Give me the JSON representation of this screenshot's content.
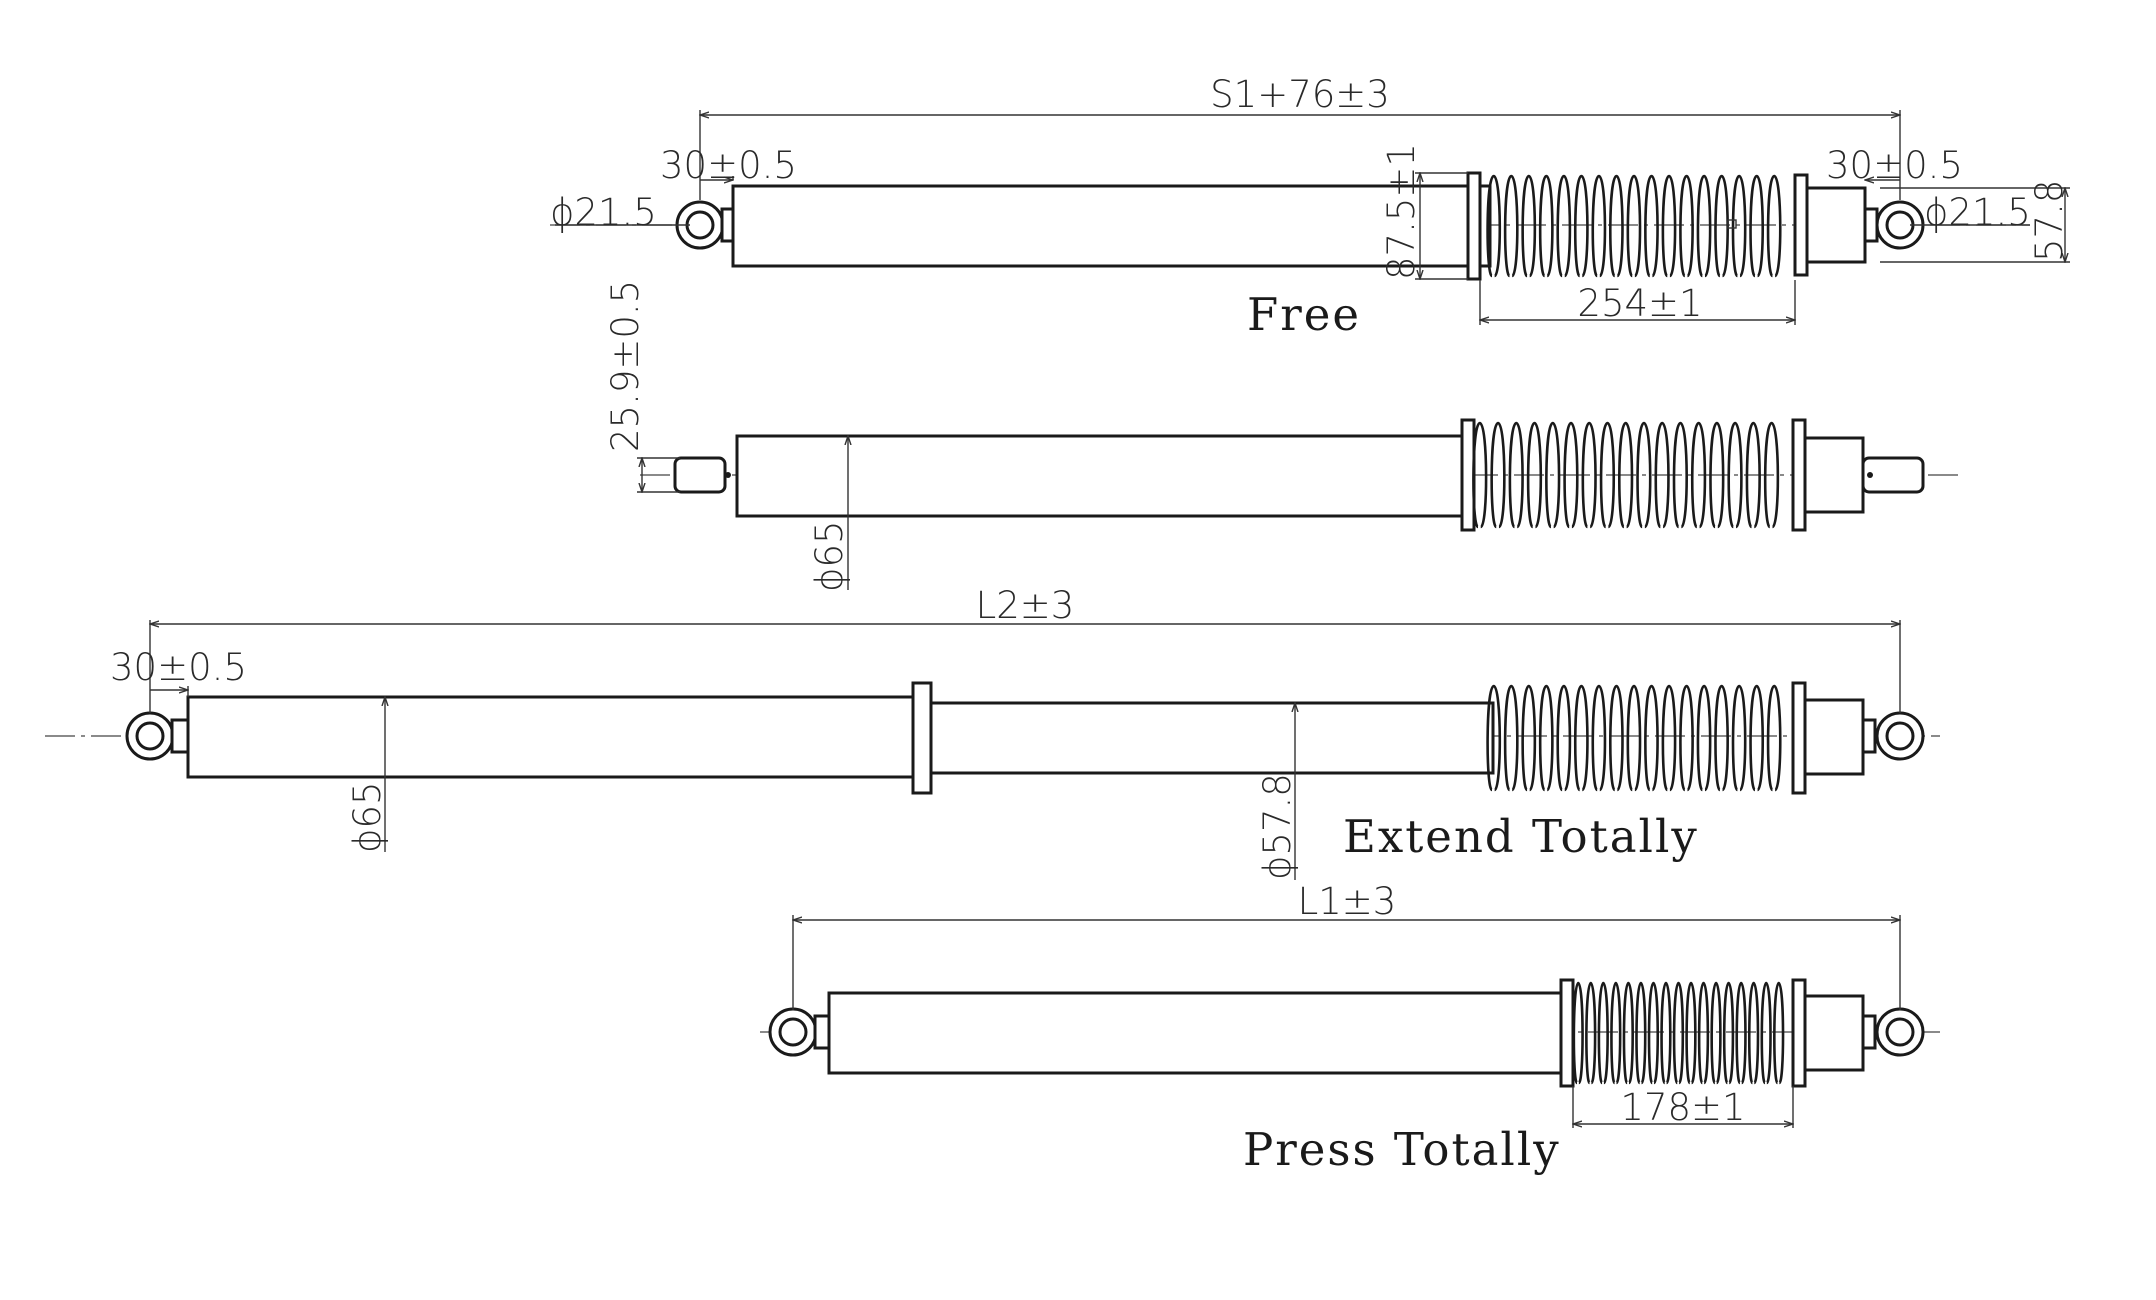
{
  "views": {
    "free": {
      "caption": "Free",
      "dims": {
        "overall": "S1+76±3",
        "eye_left_offset": "30±0.5",
        "eye_right_offset": "30±0.5",
        "eye_left_dia": "ϕ21.5",
        "eye_right_dia": "ϕ21.5",
        "spring_dia": "87.5±1",
        "rod_dia": "57.8",
        "spring_length": "254±1"
      }
    },
    "side": {
      "dims": {
        "end_width": "25.9±0.5",
        "tube_dia": "ϕ65"
      }
    },
    "extend": {
      "caption": "Extend Totally",
      "dims": {
        "overall": "L2±3",
        "eye_offset": "30±0.5",
        "tube_dia": "ϕ65",
        "rod_dia": "ϕ57.8"
      }
    },
    "press": {
      "caption": "Press Totally",
      "dims": {
        "overall": "L1±3",
        "spring_length": "178±1"
      }
    }
  }
}
